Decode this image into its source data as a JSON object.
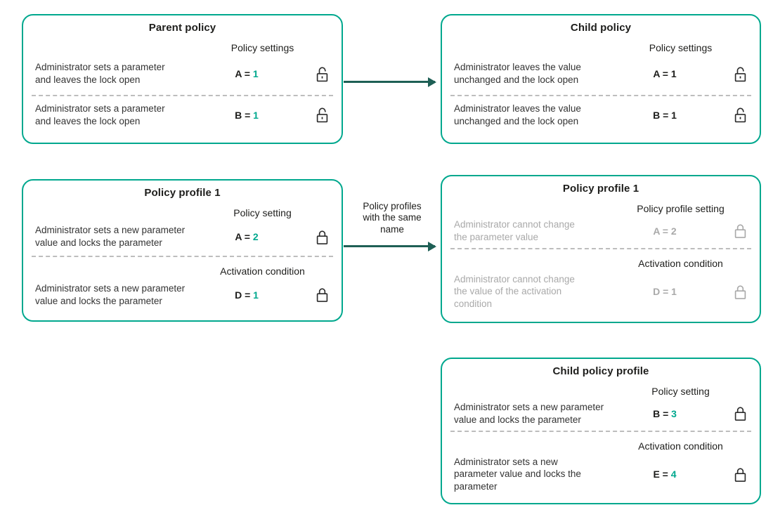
{
  "colors": {
    "box_border_teal": "#00a88e",
    "value_teal": "#00a88e",
    "arrow_dark_teal": "#1e5f55",
    "muted_gray": "#a9a9a9",
    "text_dark": "#1d1d1b"
  },
  "arrows": {
    "profile_label": "Policy profiles\nwith the same\nname"
  },
  "boxes": {
    "parent": {
      "title": "Parent policy",
      "section_label": "Policy settings",
      "rows": [
        {
          "text": "Administrator sets a parameter\nand leaves the lock open",
          "param": "A =",
          "value": "1",
          "lock": "open"
        },
        {
          "text": "Administrator sets a parameter\nand leaves the lock open",
          "param": "B =",
          "value": "1",
          "lock": "open"
        }
      ]
    },
    "child": {
      "title": "Child policy",
      "section_label": "Policy settings",
      "rows": [
        {
          "text": "Administrator leaves the value\nunchanged and the lock open",
          "param": "A =",
          "value": "1",
          "lock": "open"
        },
        {
          "text": "Administrator leaves the value\nunchanged and the lock open",
          "param": "B =",
          "value": "1",
          "lock": "open"
        }
      ]
    },
    "profile_left": {
      "title": "Policy profile 1",
      "sections": [
        {
          "label": "Policy setting",
          "row": {
            "text": "Administrator sets a new parameter\nvalue and locks the parameter",
            "param": "A =",
            "value": "2",
            "lock": "closed"
          }
        },
        {
          "label": "Activation condition",
          "row": {
            "text": "Administrator sets a new parameter\nvalue and locks the parameter",
            "param": "D =",
            "value": "1",
            "lock": "closed"
          }
        }
      ]
    },
    "profile_right": {
      "title": "Policy profile 1",
      "sections": [
        {
          "label": "Policy profile setting",
          "row": {
            "text": "Administrator cannot change\nthe parameter value",
            "param": "A =",
            "value": "2",
            "lock": "closed"
          }
        },
        {
          "label": "Activation condition",
          "row": {
            "text": "Administrator cannot change\nthe value of the activation\ncondition",
            "param": "D =",
            "value": "1",
            "lock": "closed"
          }
        }
      ]
    },
    "child_profile": {
      "title": "Child policy profile",
      "sections": [
        {
          "label": "Policy setting",
          "row": {
            "text": "Administrator sets a new parameter\nvalue and locks the parameter",
            "param": "B =",
            "value": "3",
            "lock": "closed"
          }
        },
        {
          "label": "Activation condition",
          "row": {
            "text": "Administrator sets a new\nparameter value and locks the\nparameter",
            "param": "E =",
            "value": "4",
            "lock": "closed"
          }
        }
      ]
    }
  }
}
